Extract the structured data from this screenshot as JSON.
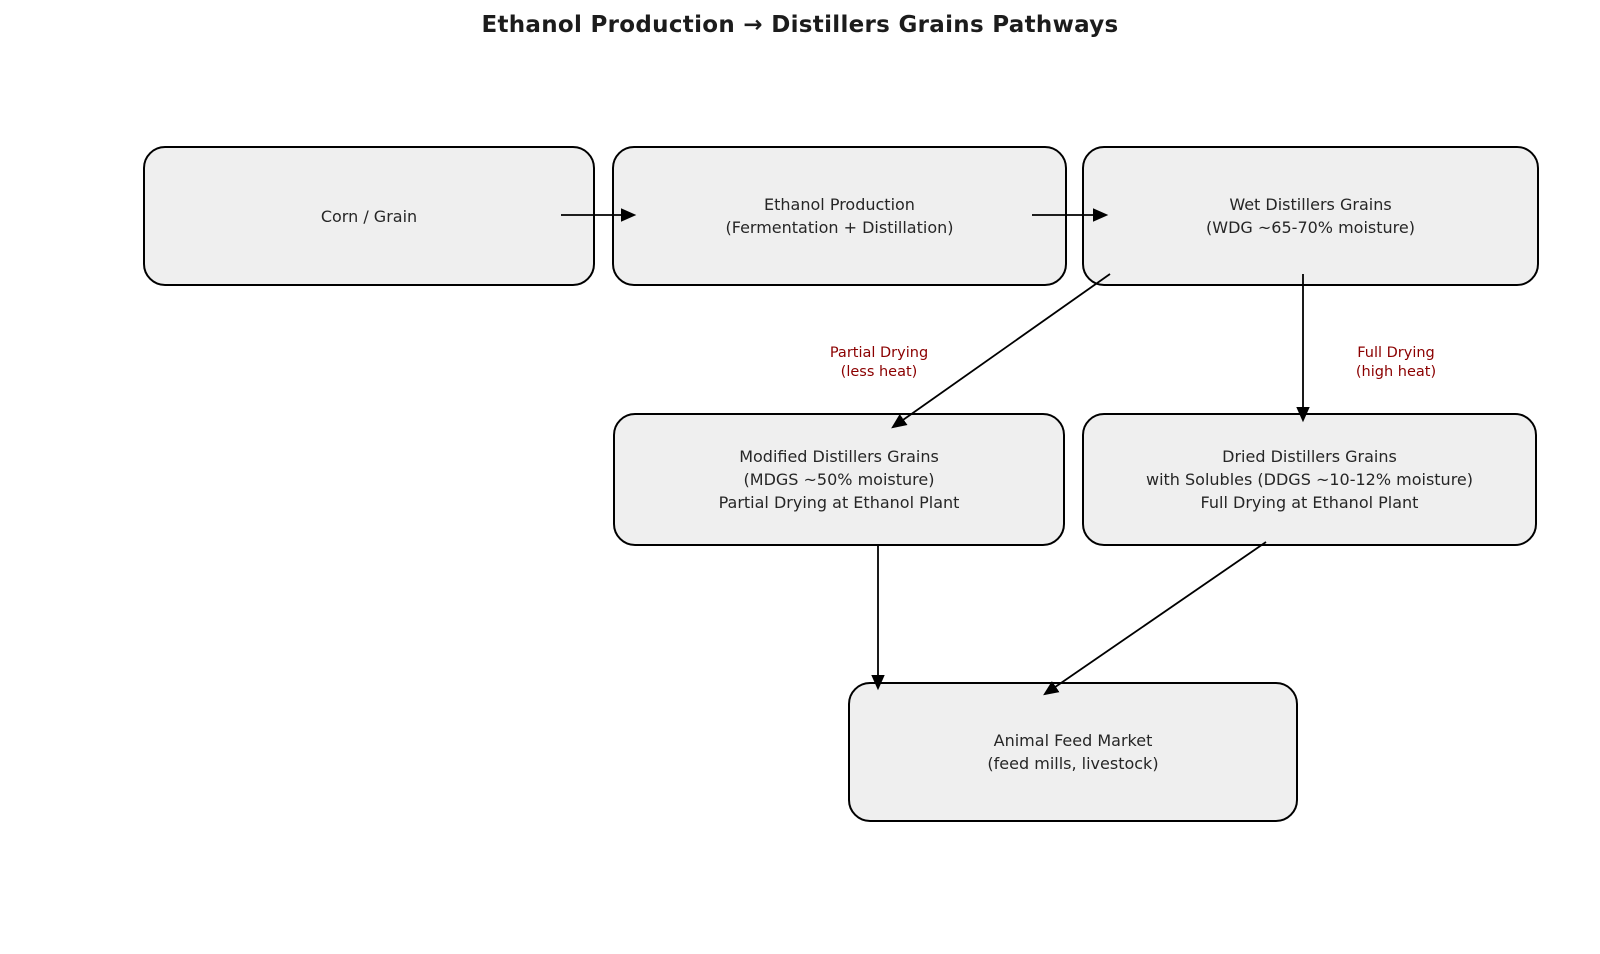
{
  "title": "Ethanol Production → Distillers Grains Pathways",
  "colors": {
    "background": "#ffffff",
    "box_fill": "#efefef",
    "box_border": "#000000",
    "arrow": "#000000",
    "edge_label": "#8b0000",
    "node_text": "#262626",
    "title_text": "#1c1c1c"
  },
  "nodes": {
    "corn": {
      "lines": [
        "Corn / Grain"
      ]
    },
    "ethanol": {
      "lines": [
        "Ethanol Production",
        "(Fermentation + Distillation)"
      ]
    },
    "wdg": {
      "lines": [
        "Wet Distillers Grains",
        "(WDG ~65-70% moisture)"
      ]
    },
    "mdgs": {
      "lines": [
        "Modified Distillers Grains",
        "(MDGS ~50% moisture)",
        "Partial Drying at Ethanol Plant"
      ]
    },
    "ddgs": {
      "lines": [
        "Dried Distillers Grains",
        "with Solubles (DDGS ~10-12% moisture)",
        "Full Drying at Ethanol Plant"
      ]
    },
    "market": {
      "lines": [
        "Animal Feed Market",
        "(feed mills, livestock)"
      ]
    }
  },
  "edge_labels": {
    "partial": {
      "lines": [
        "Partial Drying",
        "(less heat)"
      ]
    },
    "full": {
      "lines": [
        "Full Drying",
        "(high heat)"
      ]
    }
  },
  "edges": [
    {
      "from": "corn",
      "to": "ethanol"
    },
    {
      "from": "ethanol",
      "to": "wdg"
    },
    {
      "from": "wdg",
      "to": "mdgs",
      "label": "Partial Drying (less heat)"
    },
    {
      "from": "wdg",
      "to": "ddgs",
      "label": "Full Drying (high heat)"
    },
    {
      "from": "mdgs",
      "to": "market"
    },
    {
      "from": "ddgs",
      "to": "market"
    }
  ]
}
